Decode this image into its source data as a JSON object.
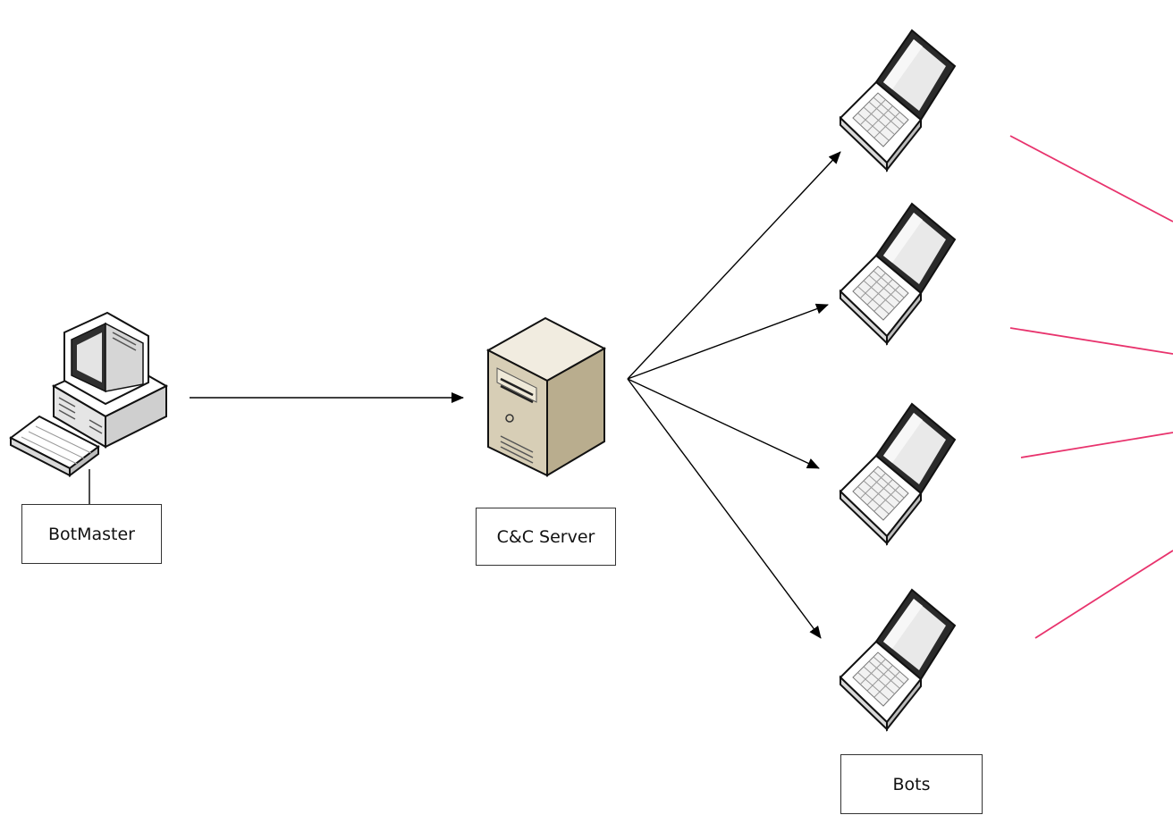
{
  "nodes": {
    "botmaster": {
      "label": "BotMaster",
      "icon": "desktop-computer-icon"
    },
    "cc_server": {
      "label": "C&C Server",
      "icon": "server-tower-icon"
    },
    "bots": {
      "label": "Bots",
      "icon": "laptop-icon",
      "count": 4
    }
  },
  "colors": {
    "arrow": "#000000",
    "attack_line": "#e8336d",
    "box_border": "#333333"
  }
}
